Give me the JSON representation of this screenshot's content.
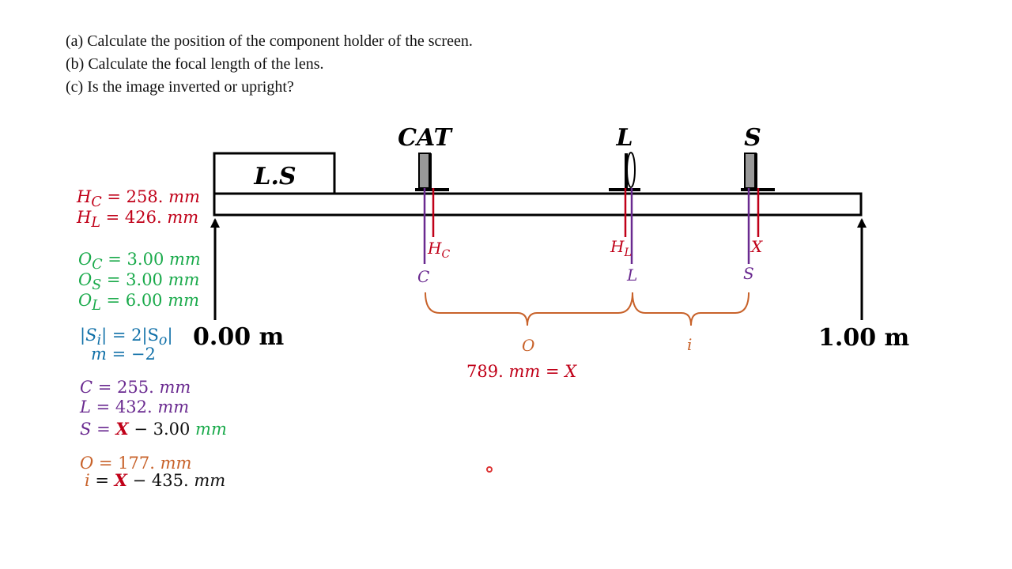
{
  "questions": [
    "(a) Calculate the position of the component holder of the screen.",
    "(b) Calculate the focal length of the lens.",
    "(c) Is the image inverted or upright?"
  ],
  "equations": {
    "hc": {
      "sym": "H",
      "sub": "C",
      "rhs": " = 258. ",
      "unit": "mm"
    },
    "hl": {
      "sym": "H",
      "sub": "L",
      "rhs": " = 426. ",
      "unit": "mm"
    },
    "oc": {
      "sym": "O",
      "sub": "C",
      "rhs": " = 3.00 ",
      "unit": "mm"
    },
    "os": {
      "sym": "O",
      "sub": "S",
      "rhs": " = 3.00 ",
      "unit": "mm"
    },
    "ol": {
      "sym": "O",
      "sub": "L",
      "rhs": " = 6.00 ",
      "unit": "mm"
    },
    "si": {
      "a": "|S",
      "asub": "i",
      "b": "| = 2|S",
      "bsub": "o",
      "c": "|"
    },
    "m": {
      "sym": "m",
      "rhs": " = −2"
    },
    "c": {
      "sym": "C",
      "rhs": " = 255. ",
      "unit": "mm"
    },
    "l": {
      "sym": "L",
      "rhs": " = 432. ",
      "unit": "mm"
    },
    "s": {
      "sym": "S",
      "eq": " = ",
      "x": "X",
      "rest": " − 3.00 ",
      "unit": "mm"
    },
    "o": {
      "sym": "O",
      "rhs": " = 177. ",
      "unit": "mm"
    },
    "i": {
      "sym": "i",
      "eq": " = ",
      "x": "X",
      "rest": " − 435. ",
      "unit": "mm"
    },
    "x": {
      "lhs": "789. ",
      "unit": "mm",
      "eq": " = ",
      "x": "X"
    }
  },
  "diagram": {
    "ls_label": "L.S",
    "cat_label": "CAT",
    "lens_label": "L",
    "screen_label": "S",
    "start_label": "0.00 m",
    "end_label": "1.00 m",
    "hc_marker": {
      "sym": "H",
      "sub": "C"
    },
    "hl_marker": {
      "sym": "H",
      "sub": "L"
    },
    "x_marker": "X",
    "c_marker": "C",
    "l_marker": "L",
    "s_marker": "S",
    "o_brace": "O",
    "i_brace": "i"
  },
  "colors": {
    "red": "#c00018",
    "green": "#1aaa4b",
    "blue": "#1070a8",
    "purple": "#6a2a90",
    "orange": "#c8622a"
  }
}
